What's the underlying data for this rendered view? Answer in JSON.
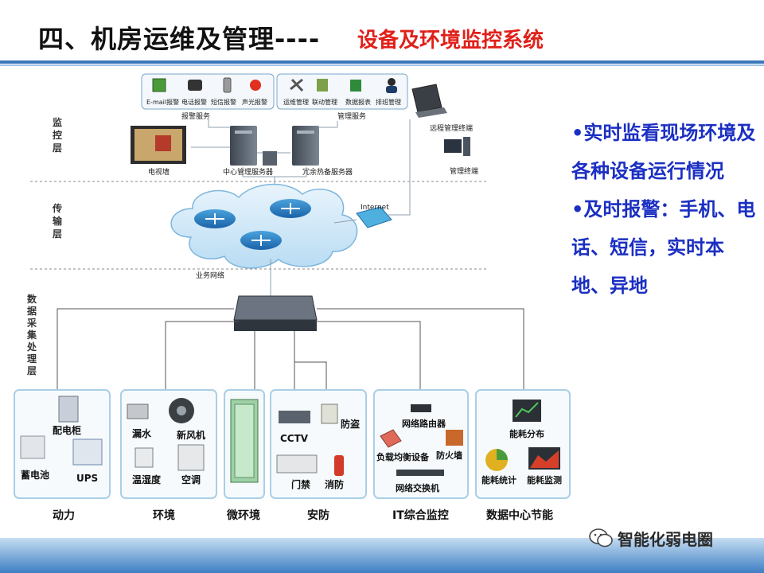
{
  "title": {
    "main": "四、机房运维及管理----",
    "sub": "设备及环境监控系统"
  },
  "layers": {
    "monitor": "监控层",
    "transport": "传输层",
    "collect": "数据采集处理层"
  },
  "alarm_items": [
    "E-mail报警",
    "电话报警",
    "短信报警",
    "声光报警"
  ],
  "alarm_label": "报警服务",
  "mgmt_items": [
    "运维管理",
    "联动管理",
    "数据报表",
    "排班管理"
  ],
  "mgmt_label": "管理服务",
  "devices": {
    "tv_wall": "电视墙",
    "center_server": "中心管理服务器",
    "backup_server": "冗余热备服务器",
    "remote_terminal": "远程管理终端",
    "mgmt_terminal": "管理终端",
    "internet": "Internet",
    "business_network": "业务网络"
  },
  "groups": [
    {
      "label": "动力",
      "items": [
        "配电柜",
        "蓄电池",
        "UPS"
      ]
    },
    {
      "label": "环境",
      "items": [
        "漏水",
        "新风机",
        "温湿度",
        "空调"
      ]
    },
    {
      "label": "微环境",
      "items": []
    },
    {
      "label": "安防",
      "items": [
        "CCTV",
        "防盗",
        "门禁",
        "消防"
      ]
    },
    {
      "label": "IT综合监控",
      "items": [
        "网络路由器",
        "负载均衡设备",
        "防火墙",
        "网络交换机"
      ]
    },
    {
      "label": "数据中心节能",
      "items": [
        "能耗分布",
        "能耗统计",
        "能耗监测"
      ]
    }
  ],
  "bullets": [
    "•实时监看现场环境及各种设备运行情况",
    "•及时报警：手机、电话、短信，实时本地、异地"
  ],
  "watermark": "智能化弱电圈",
  "colors": {
    "title_red": "#e0201a",
    "bullet_blue": "#1b2fc2",
    "box_border": "#a9cfe6"
  }
}
